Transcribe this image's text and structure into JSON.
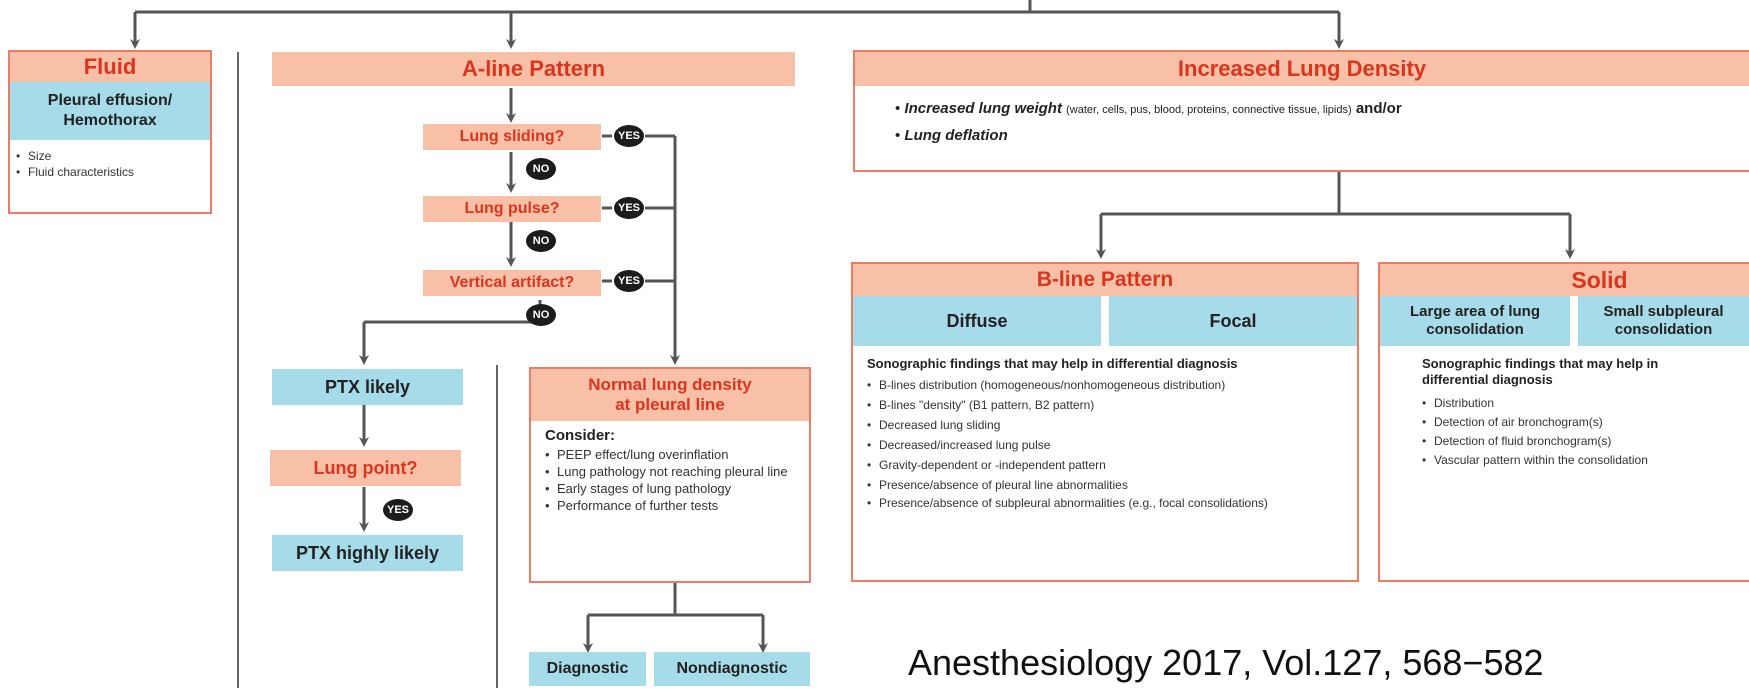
{
  "fluid": {
    "title": "Fluid",
    "subtitle": "Pleural effusion/\nHemothorax",
    "items": [
      "Size",
      "Fluid characteristics"
    ]
  },
  "aline": {
    "title": "A-line Pattern",
    "q1": "Lung sliding?",
    "q2": "Lung pulse?",
    "q3": "Vertical artifact?",
    "yes": "YES",
    "no": "NO",
    "ptx_likely": "PTX likely",
    "lung_point": "Lung point?",
    "ptx_highly": "PTX highly likely",
    "normal_title": "Normal lung density\nat pleural line",
    "consider": "Consider:",
    "consider_items": [
      "PEEP effect/lung overinflation",
      "Lung pathology not reaching pleural line",
      "Early stages of lung pathology",
      "Performance of further tests"
    ],
    "diagnostic": "Diagnostic",
    "nondiagnostic": "Nondiagnostic"
  },
  "density": {
    "title": "Increased Lung Density",
    "line1_em": "Increased lung weight",
    "line1_small": "(water, cells, pus, blood, proteins, connective tissue, lipids)",
    "line1_and": "and/or",
    "line2_em": "Lung deflation"
  },
  "bline": {
    "title": "B-line Pattern",
    "diffuse": "Diffuse",
    "focal": "Focal",
    "findings_title": "Sonographic findings that may help in differential diagnosis",
    "items": [
      "B-lines distribution (homogeneous/nonhomogeneous distribution)",
      "B-lines \"density\" (B1 pattern, B2 pattern)",
      "Decreased lung sliding",
      "Decreased/increased lung pulse",
      "Gravity-dependent or -independent pattern",
      "Presence/absence of pleural line abnormalities",
      "Presence/absence of subpleural abnormalities (e.g., focal consolidations)"
    ]
  },
  "solid": {
    "title": "Solid",
    "large": "Large area of lung\nconsolidation",
    "small": "Small subpleural\nconsolidation",
    "findings_title": "Sonographic findings that may help in differential diagnosis",
    "items": [
      "Distribution",
      "Detection of air bronchogram(s)",
      "Detection of fluid bronchogram(s)",
      "Vascular pattern within the consolidation"
    ]
  },
  "citation": "Anesthesiology 2017, Vol.127, 568−582"
}
